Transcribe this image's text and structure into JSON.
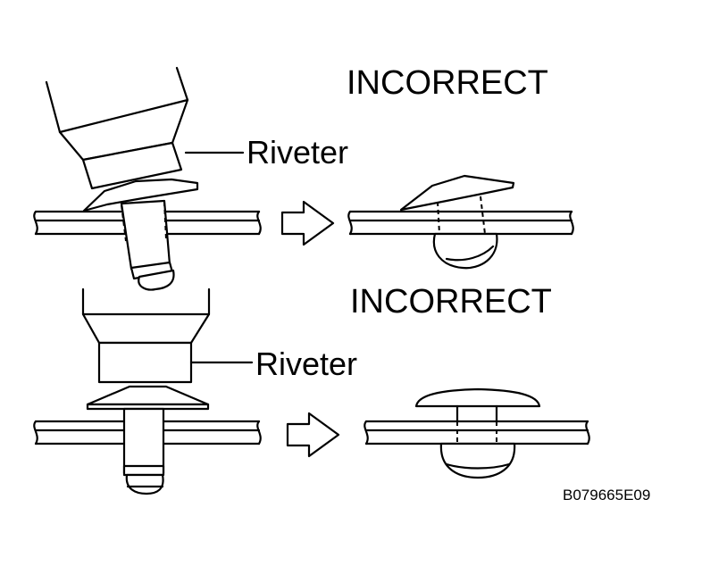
{
  "title_top": "INCORRECT",
  "title_bottom": "INCORRECT",
  "label_top": "Riveter",
  "label_bottom": "Riveter",
  "figure_code": "B079665E09"
}
